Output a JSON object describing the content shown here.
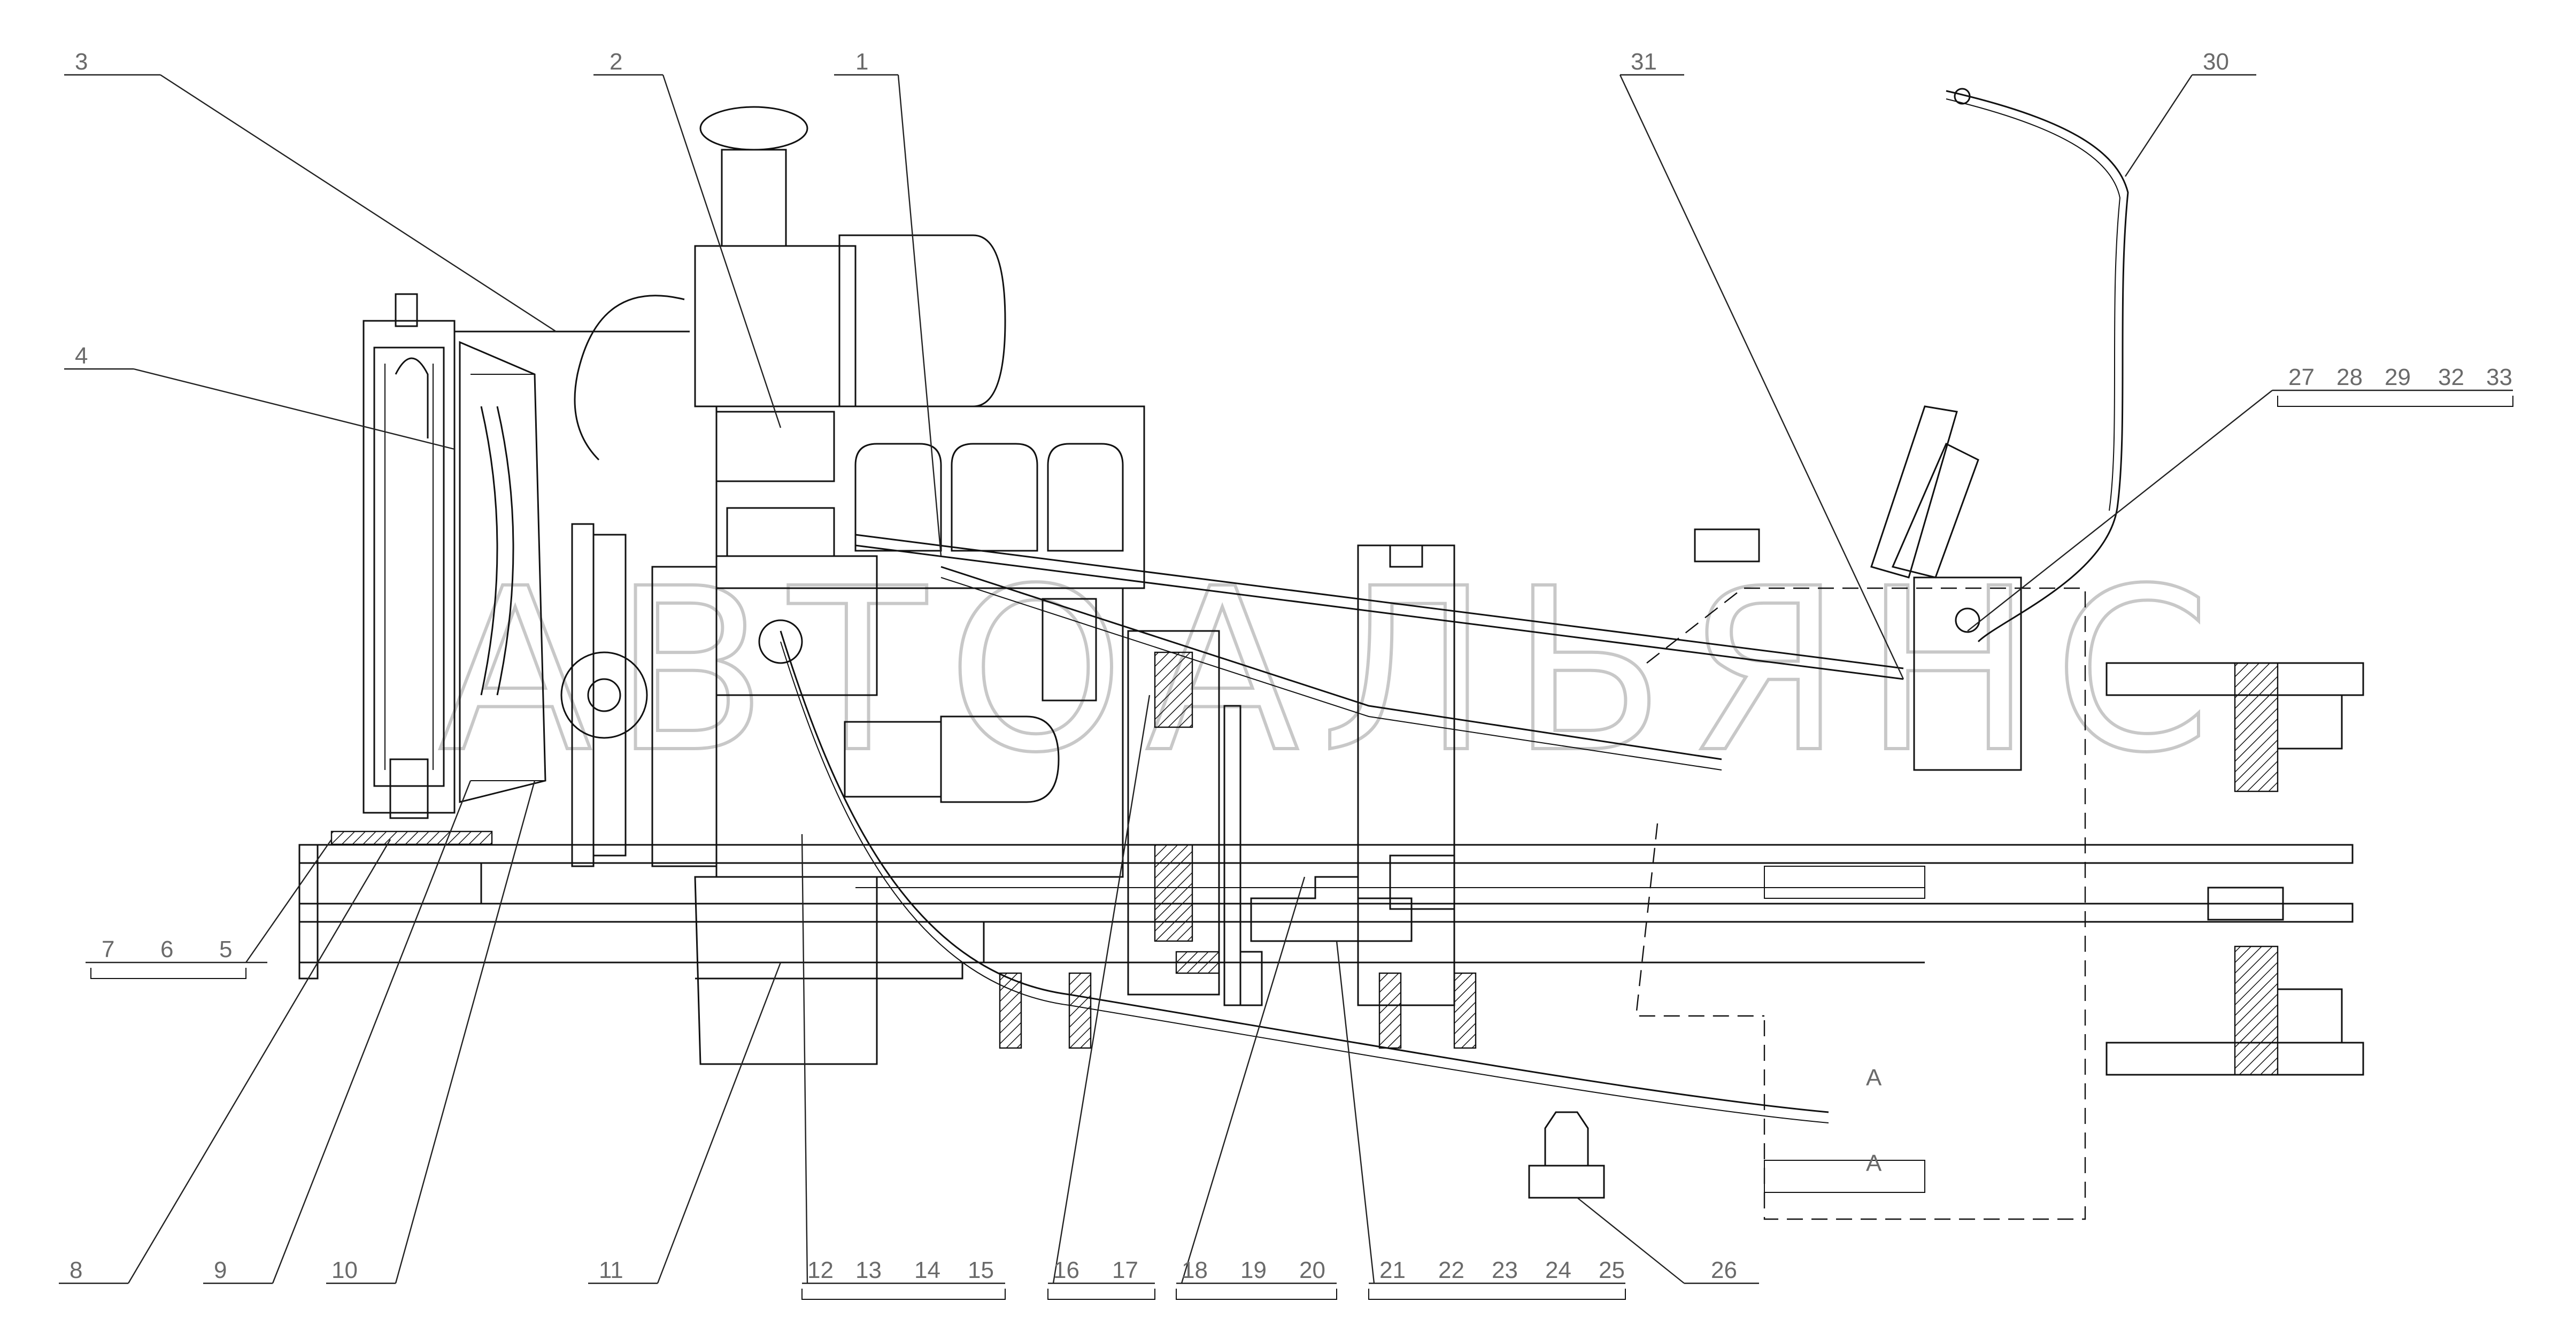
{
  "drawing": {
    "watermark": "АВТОАЛЬЯНС",
    "callouts": [
      {
        "id": "c3",
        "text": "3"
      },
      {
        "id": "c2",
        "text": "2"
      },
      {
        "id": "c1",
        "text": "1"
      },
      {
        "id": "c31",
        "text": "31"
      },
      {
        "id": "c30",
        "text": "30"
      },
      {
        "id": "c4",
        "text": "4"
      },
      {
        "id": "c27",
        "text": "27"
      },
      {
        "id": "c28",
        "text": "28"
      },
      {
        "id": "c29",
        "text": "29"
      },
      {
        "id": "c32",
        "text": "32"
      },
      {
        "id": "c33",
        "text": "33"
      },
      {
        "id": "c7",
        "text": "7"
      },
      {
        "id": "c6",
        "text": "6"
      },
      {
        "id": "c5",
        "text": "5"
      },
      {
        "id": "c8",
        "text": "8"
      },
      {
        "id": "c9",
        "text": "9"
      },
      {
        "id": "c10",
        "text": "10"
      },
      {
        "id": "c11",
        "text": "11"
      },
      {
        "id": "c12",
        "text": "12"
      },
      {
        "id": "c13",
        "text": "13"
      },
      {
        "id": "c14",
        "text": "14"
      },
      {
        "id": "c15",
        "text": "15"
      },
      {
        "id": "c16",
        "text": "16"
      },
      {
        "id": "c17",
        "text": "17"
      },
      {
        "id": "c18",
        "text": "18"
      },
      {
        "id": "c19",
        "text": "19"
      },
      {
        "id": "c20",
        "text": "20"
      },
      {
        "id": "c21",
        "text": "21"
      },
      {
        "id": "c22",
        "text": "22"
      },
      {
        "id": "c23",
        "text": "23"
      },
      {
        "id": "c24",
        "text": "24"
      },
      {
        "id": "c25",
        "text": "25"
      },
      {
        "id": "c26",
        "text": "26"
      }
    ],
    "section_marks": [
      "A",
      "A"
    ]
  }
}
